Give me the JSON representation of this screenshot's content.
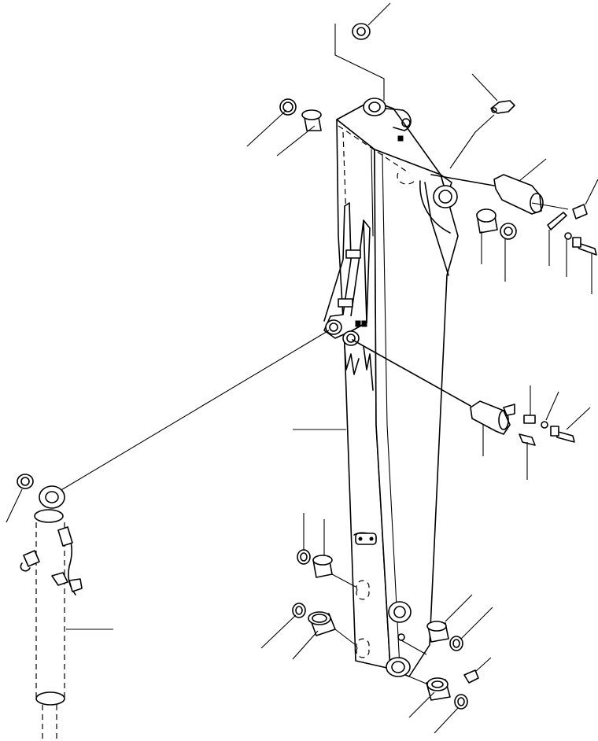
{
  "diagram": {
    "kind": "exploded-parts-view",
    "subject": "arm",
    "stroke_color": "#000000",
    "background_color": "#ffffff",
    "callout_count": 26
  }
}
